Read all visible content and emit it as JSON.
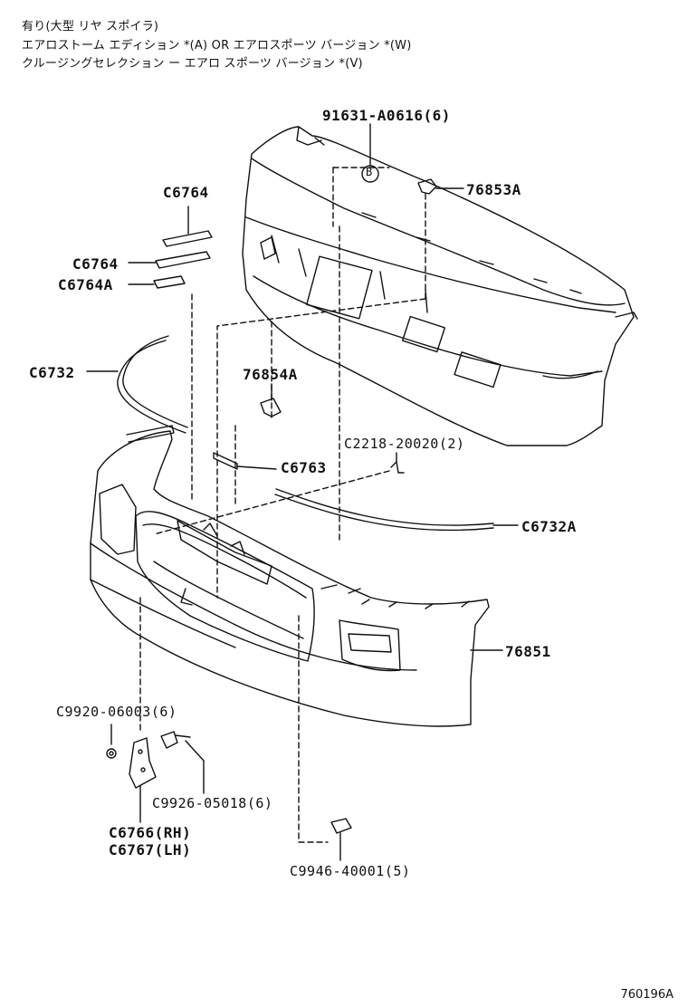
{
  "header": {
    "line1": "有り(大型 リヤ スポイラ)",
    "line2": "エアロストーム エディション *(A) OR エアロスポーツ バージョン *(W)",
    "line3": "クルージングセレクション ー エアロ スポーツ バージョン *(V)"
  },
  "parts": {
    "bolt_top": "91631-A0616(6)",
    "ref_b": "B",
    "clip_76853a": "76853A",
    "c6764_top": "C6764",
    "c6764_mid": "C6764",
    "c6764a": "C6764A",
    "c6732": "C6732",
    "clip_76854a": "76854A",
    "c2218": "C2218-20020(2)",
    "c6763": "C6763",
    "c6732a": "C6732A",
    "bumper_76851": "76851",
    "c9920": "C9920-06003(6)",
    "c9926": "C9926-05018(6)",
    "c6766": "C6766(RH)",
    "c6767": "C6767(LH)",
    "c9946": "C9946-40001(5)"
  },
  "diagram_code": "760196A",
  "colors": {
    "line": "#111111",
    "background": "#ffffff"
  }
}
